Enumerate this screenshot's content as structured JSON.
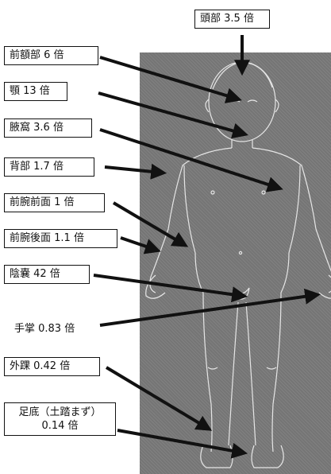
{
  "labels": {
    "head": "頭部 3.5 倍",
    "forehead": "前額部 6 倍",
    "jaw": "顎 13 倍",
    "axilla": "腋窩 3.6 倍",
    "back": "背部 1.7 倍",
    "forearm_front": "前腕前面 1 倍",
    "forearm_back": "前腕後面 1.1 倍",
    "scrotum": "陰嚢 42 倍",
    "palm": "手掌 0.83 倍",
    "ankle": "外踝 0.42 倍",
    "sole_line1": "足底（土踏まず）",
    "sole_line2": "0.14 倍"
  },
  "colors": {
    "panel": "#7a7a7a",
    "arrow": "#111111",
    "figure_line": "#e6e6e6"
  }
}
